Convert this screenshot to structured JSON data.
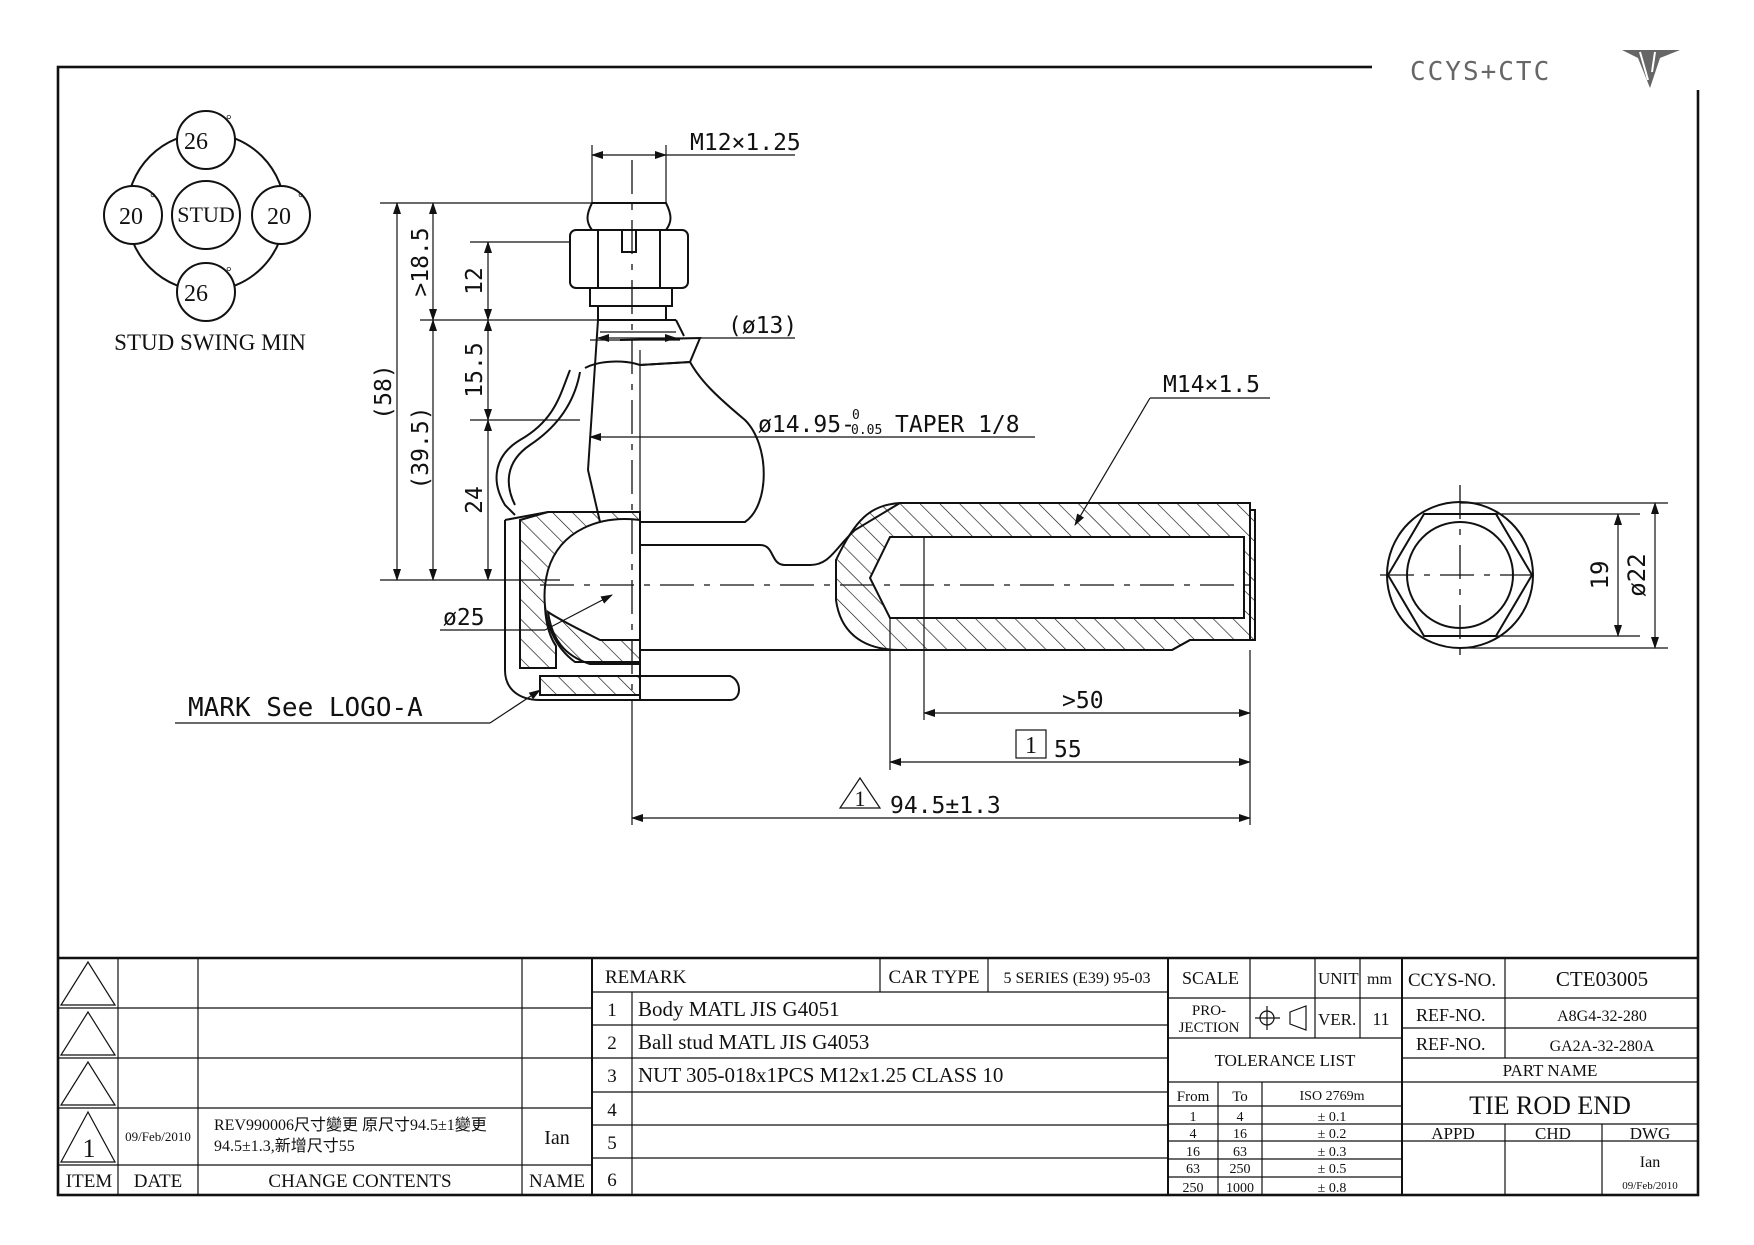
{
  "logo": {
    "text": "CCYS+CTC"
  },
  "stud_swing": {
    "top": "26",
    "bottom": "26",
    "left": "20",
    "right": "20",
    "center": "STUD",
    "deg": "°",
    "caption": "STUD SWING MIN"
  },
  "dims": {
    "thread_stud": "M12×1.25",
    "thread_shank": "M14×1.5",
    "d13": "(ø13)",
    "taper_main": "ø14.95-",
    "taper_upper": "0",
    "taper_lower": "0.05",
    "taper_rest": "TAPER 1/8",
    "v185": ">18.5",
    "v12": "12",
    "v155": "15.5",
    "v24": "24",
    "v58": "(58)",
    "v395": "(39.5)",
    "d25": "ø25",
    "mark": "MARK See LOGO-A",
    "h50": ">50",
    "h55_box": "1",
    "h55": "55",
    "h945_tri": "1",
    "h945": "94.5±1.3",
    "hex19": "19",
    "hex22": "ø22"
  },
  "revision": {
    "rows": [
      {
        "item": "",
        "date": "",
        "content": "",
        "name": ""
      },
      {
        "item": "",
        "date": "",
        "content": "",
        "name": ""
      },
      {
        "item": "",
        "date": "",
        "content": "",
        "name": ""
      },
      {
        "item": "1",
        "date": "09/Feb/2010",
        "content_line1": "REV990006尺寸變更 原尺寸94.5±1變更",
        "content_line2": "94.5±1.3,新增尺寸55",
        "name": "Ian"
      }
    ],
    "headers": {
      "item": "ITEM",
      "date": "DATE",
      "content": "CHANGE CONTENTS",
      "name": "NAME"
    }
  },
  "remarks": {
    "header": "REMARK",
    "car_type_label": "CAR TYPE",
    "car_type": "5 SERIES (E39) 95-03",
    "items": [
      {
        "no": "1",
        "text": "Body MATL JIS G4051"
      },
      {
        "no": "2",
        "text": "Ball stud MATL JIS G4053"
      },
      {
        "no": "3",
        "text": "NUT 305-018x1PCS M12x1.25 CLASS 10"
      },
      {
        "no": "4",
        "text": ""
      },
      {
        "no": "5",
        "text": ""
      },
      {
        "no": "6",
        "text": ""
      }
    ]
  },
  "info": {
    "scale": "SCALE",
    "unit_label": "UNIT",
    "unit": "mm",
    "projection_1": "PRO-",
    "projection_2": "JECTION",
    "ver_label": "VER.",
    "ver": "11",
    "tolerance_title": "TOLERANCE LIST",
    "tol_headers": [
      "From",
      "To",
      "ISO 2769m"
    ],
    "tolerances": [
      [
        "1",
        "4",
        "± 0.1"
      ],
      [
        "4",
        "16",
        "± 0.2"
      ],
      [
        "16",
        "63",
        "± 0.3"
      ],
      [
        "63",
        "250",
        "± 0.5"
      ],
      [
        "250",
        "1000",
        "± 0.8"
      ]
    ]
  },
  "title_block": {
    "ccys_label": "CCYS-NO.",
    "ccys_no": "CTE03005",
    "ref_label_1": "REF-NO.",
    "ref_1": "A8G4-32-280",
    "ref_label_2": "REF-NO.",
    "ref_2": "GA2A-32-280A",
    "part_name_label": "PART NAME",
    "part_name": "TIE ROD END",
    "appd": "APPD",
    "chd": "CHD",
    "dwg": "DWG",
    "dwg_name": "Ian",
    "dwg_date": "09/Feb/2010"
  }
}
